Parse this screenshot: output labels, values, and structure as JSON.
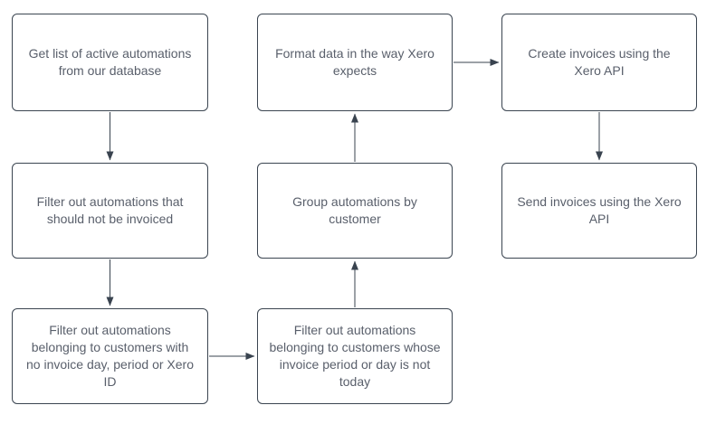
{
  "diagram": {
    "type": "flowchart",
    "background_color": "#ffffff",
    "node_border_color": "#3b4551",
    "node_fill_color": "#ffffff",
    "text_color": "#595f6b",
    "arrow_color": "#39434f",
    "nodes": [
      {
        "id": "get-active-automations",
        "label": "Get list of active automations from our database"
      },
      {
        "id": "filter-should-not-invoice",
        "label": "Filter out automations that should not be invoiced"
      },
      {
        "id": "filter-no-invoice-details",
        "label": "Filter out automations belonging to customers with no invoice day, period or Xero ID"
      },
      {
        "id": "format-data-for-xero",
        "label": "Format data in the way Xero expects"
      },
      {
        "id": "group-by-customer",
        "label": "Group automations by customer"
      },
      {
        "id": "filter-not-today",
        "label": "Filter out automations belonging to customers whose invoice period or day is not today"
      },
      {
        "id": "create-invoices-xero-api",
        "label": "Create invoices using the Xero API"
      },
      {
        "id": "send-invoices-xero-api",
        "label": "Send invoices using the Xero API"
      }
    ],
    "edges": [
      {
        "from": "get-active-automations",
        "to": "filter-should-not-invoice",
        "direction": "down"
      },
      {
        "from": "filter-should-not-invoice",
        "to": "filter-no-invoice-details",
        "direction": "down"
      },
      {
        "from": "filter-no-invoice-details",
        "to": "filter-not-today",
        "direction": "right"
      },
      {
        "from": "filter-not-today",
        "to": "group-by-customer",
        "direction": "up"
      },
      {
        "from": "group-by-customer",
        "to": "format-data-for-xero",
        "direction": "up"
      },
      {
        "from": "format-data-for-xero",
        "to": "create-invoices-xero-api",
        "direction": "right"
      },
      {
        "from": "create-invoices-xero-api",
        "to": "send-invoices-xero-api",
        "direction": "down"
      }
    ]
  }
}
